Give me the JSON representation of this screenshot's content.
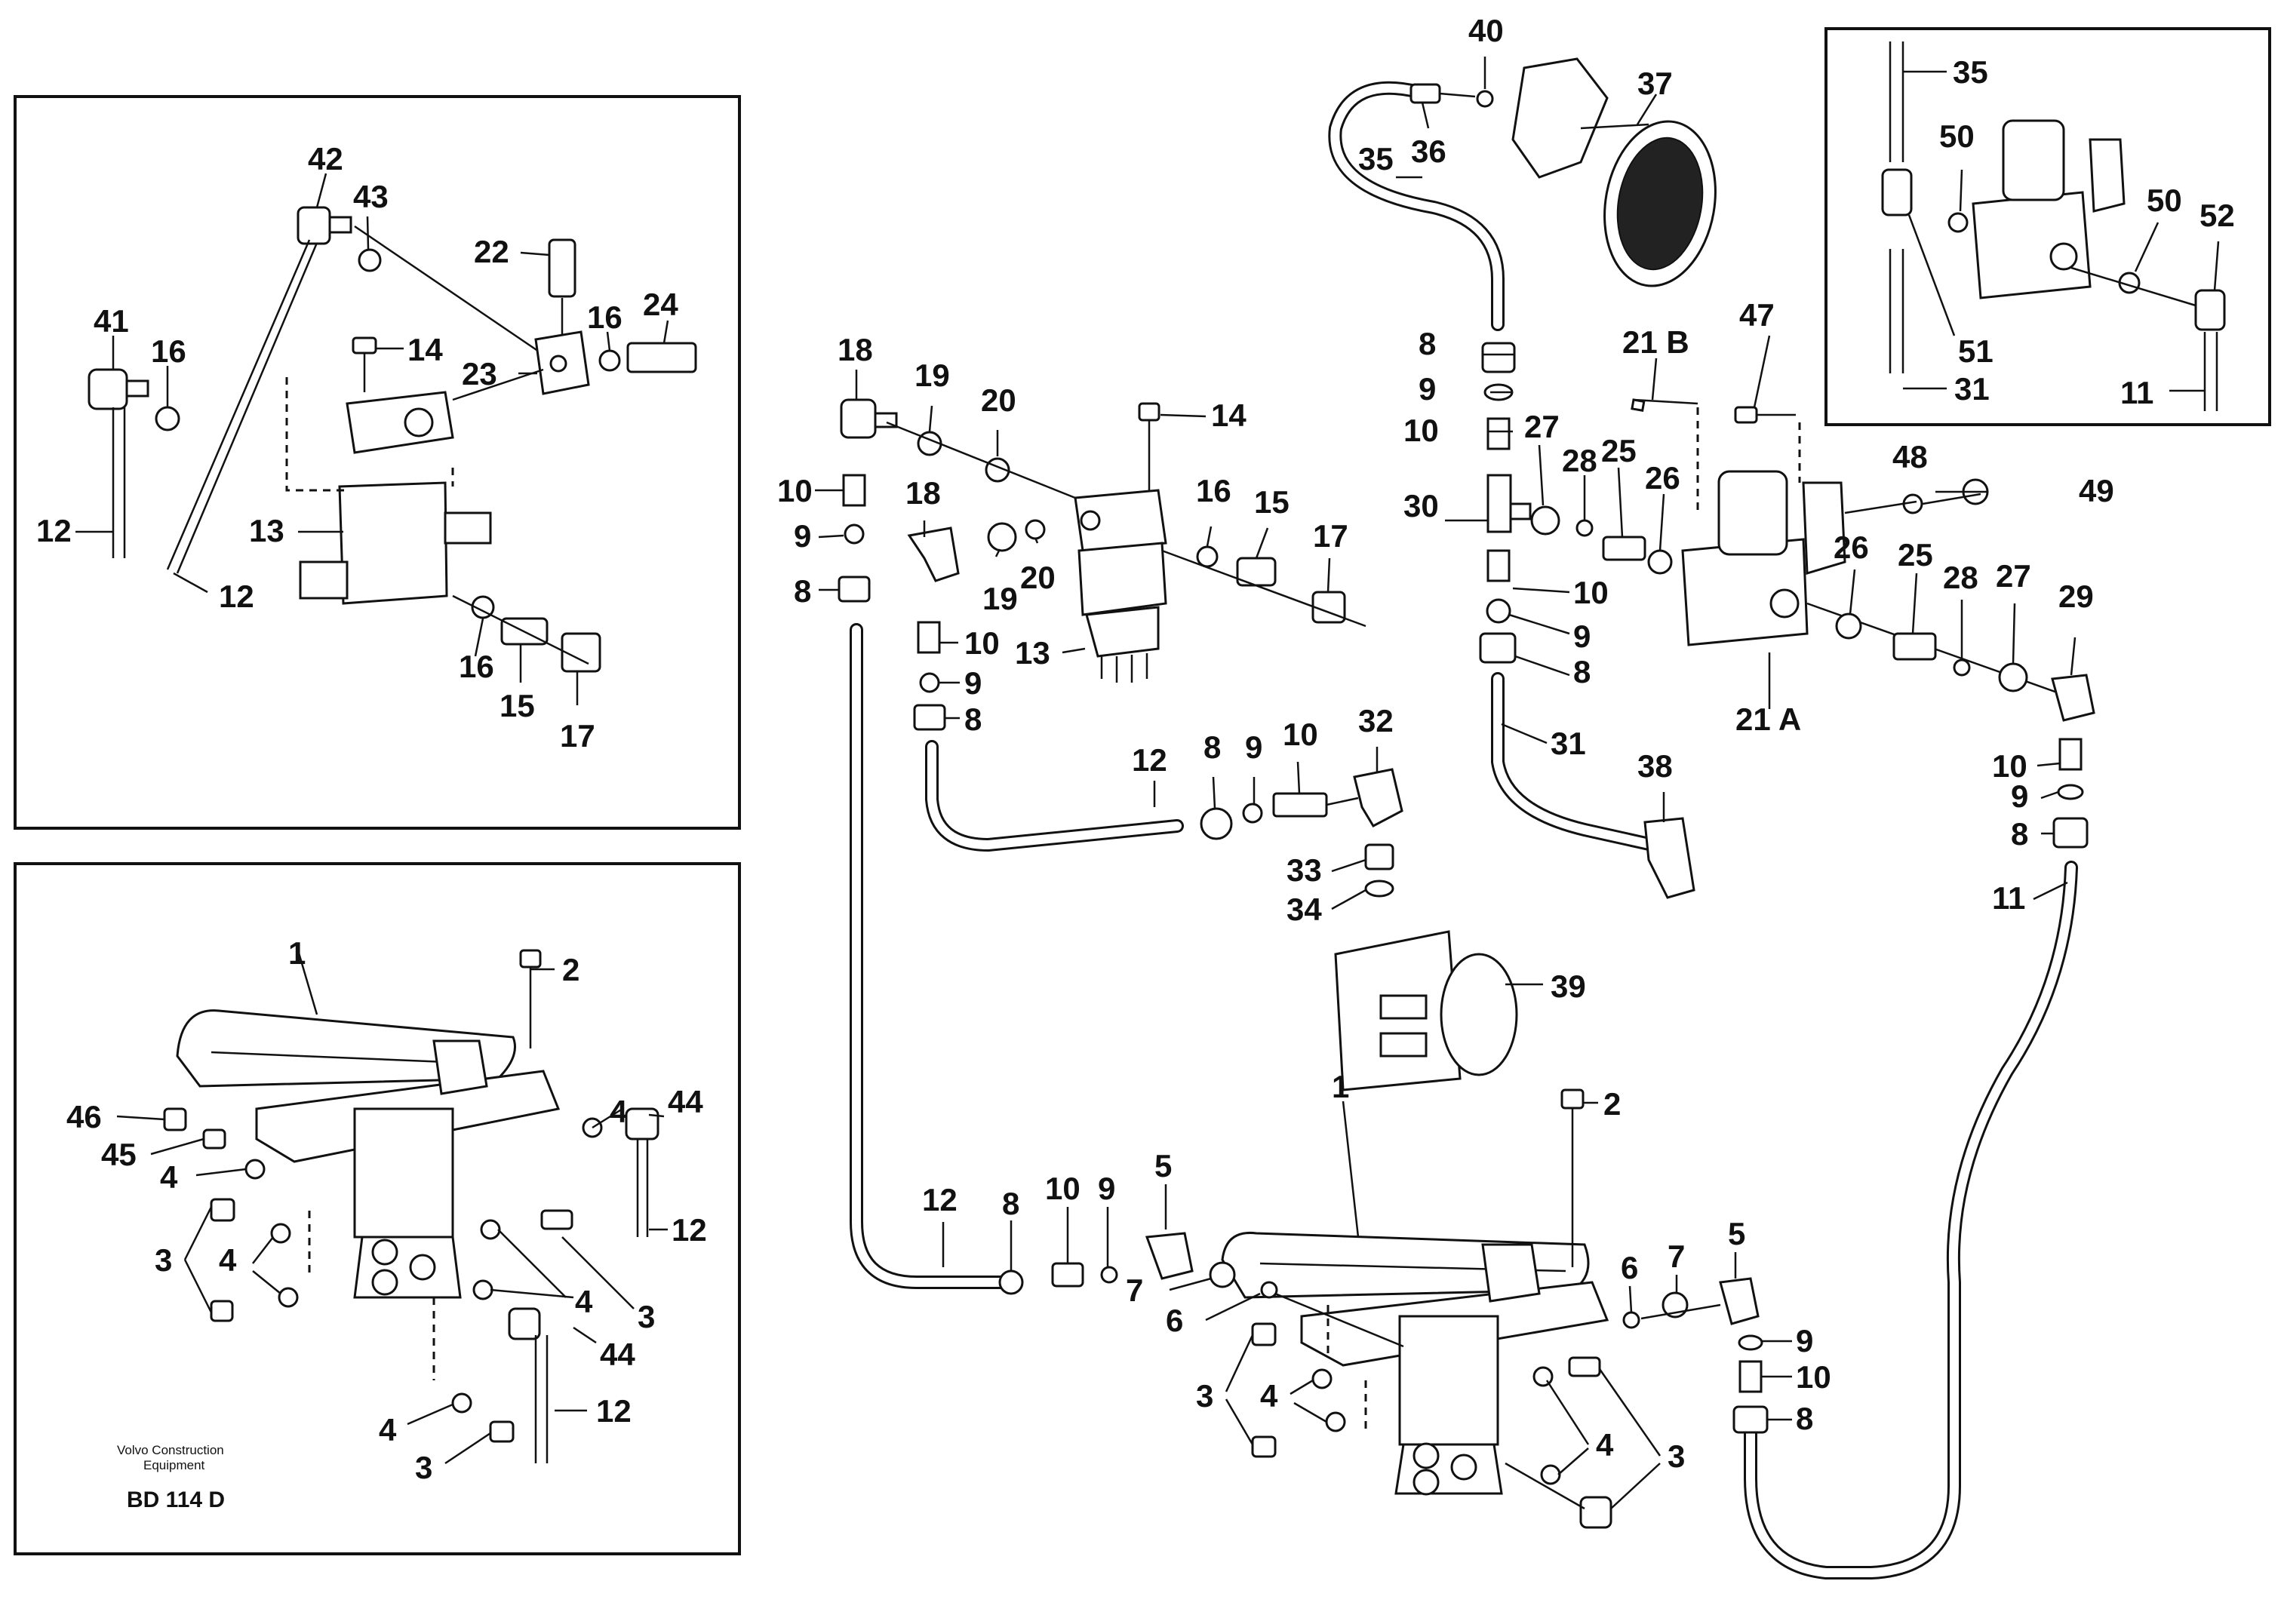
{
  "labels": {
    "l1_42": "42",
    "l1_43": "43",
    "l1_22": "22",
    "l1_41": "41",
    "l1_16a": "16",
    "l1_16b": "16",
    "l1_24": "24",
    "l1_14": "14",
    "l1_23": "23",
    "l1_12a": "12",
    "l1_13": "13",
    "l1_12b": "12",
    "l1_16c": "16",
    "l1_15": "15",
    "l1_17": "17",
    "l2_1": "1",
    "l2_2": "2",
    "l2_46": "46",
    "l2_45": "45",
    "l2_4a": "4",
    "l2_44a": "44",
    "l2_4b": "4",
    "l2_12a": "12",
    "l2_3a": "3",
    "l2_4c": "4",
    "l2_3b": "3",
    "l2_4d": "4",
    "l2_44b": "44",
    "l2_4e": "4",
    "l2_12b": "12",
    "l2_3c": "3",
    "l3_35a": "35",
    "l3_50a": "50",
    "l3_50b": "50",
    "l3_52": "52",
    "l3_51": "51",
    "l3_31": "31",
    "l3_11": "11",
    "m_40": "40",
    "m_37": "37",
    "m_35": "35",
    "m_36": "36",
    "m_18a": "18",
    "m_19a": "19",
    "m_20a": "20",
    "m_14": "14",
    "m_10a": "10",
    "m_9a": "9",
    "m_8a": "8",
    "m_18b": "18",
    "m_19b": "19",
    "m_20b": "20",
    "m_16": "16",
    "m_15": "15",
    "m_17": "17",
    "m_10b": "10",
    "m_9b": "9",
    "m_13": "13",
    "m_8b": "8",
    "m_12a": "12",
    "m_8c": "8",
    "m_9c": "9",
    "m_10c": "10",
    "m_32": "32",
    "m_33": "33",
    "m_34": "34",
    "r_8a": "8",
    "r_9a": "9",
    "r_10a": "10",
    "r_21B": "21 B",
    "r_47": "47",
    "r_27a": "27",
    "r_28a": "28",
    "r_25a": "25",
    "r_26a": "26",
    "r_30": "30",
    "r_48": "48",
    "r_49": "49",
    "r_10b": "10",
    "r_9b": "9",
    "r_8b": "8",
    "r_26b": "26",
    "r_25b": "25",
    "r_28b": "28",
    "r_27b": "27",
    "r_29": "29",
    "r_31": "31",
    "r_21A": "21 A",
    "r_38": "38",
    "r_10c": "10",
    "r_9c": "9",
    "r_8c": "8",
    "r_11": "11",
    "r_39": "39",
    "b_1": "1",
    "b_2": "2",
    "b_5a": "5",
    "b_12": "12",
    "b_8a": "8",
    "b_10a": "10",
    "b_9a": "9",
    "b_7a": "7",
    "b_6a": "6",
    "b_6b": "6",
    "b_7b": "7",
    "b_5b": "5",
    "b_9b": "9",
    "b_10b": "10",
    "b_8b": "8",
    "b_3a": "3",
    "b_4a": "4",
    "b_4b": "4",
    "b_3b": "3"
  },
  "footer": {
    "brand_line1": "Volvo Construction",
    "brand_line2": "Equipment",
    "code": "BD 114 D"
  }
}
